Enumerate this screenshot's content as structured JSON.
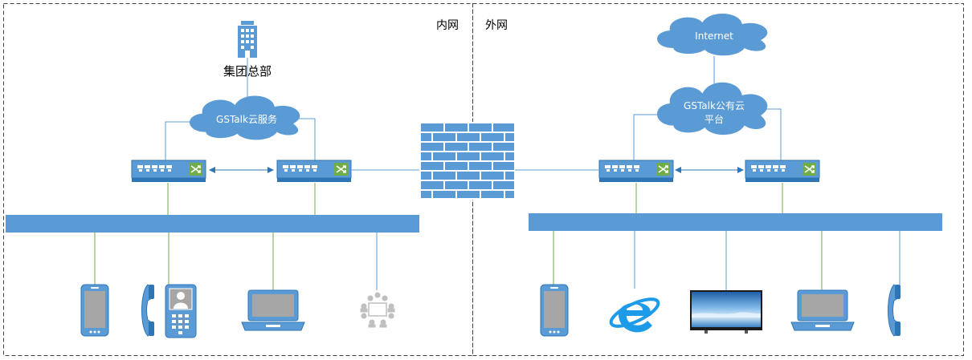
{
  "zones": {
    "internal": "内网",
    "external": "外网"
  },
  "internal": {
    "headquarters_label": "集团总部",
    "cloud_label": "GSTalk云服务"
  },
  "external": {
    "internet_label": "Internet",
    "cloud_label_line1": "GSTalk公有云",
    "cloud_label_line2": "平台"
  },
  "colors": {
    "device_blue": "#5b9bd5",
    "device_dark": "#2e75b6",
    "link_green": "#70ad47",
    "link_blue": "#5b9bd5",
    "border_dash": "#404040",
    "icon_gray": "#bfbfbf"
  },
  "icons": {
    "headquarters": "office-building-icon",
    "cloud": "cloud-icon",
    "switch": "network-switch-icon",
    "firewall": "firewall-icon",
    "mobile": "mobile-phone-icon",
    "ip_phone": "video-ip-phone-icon",
    "laptop": "laptop-icon",
    "conference": "conference-room-icon",
    "browser": "internet-explorer-icon",
    "tv": "smart-tv-icon",
    "handset": "telephone-handset-icon"
  }
}
